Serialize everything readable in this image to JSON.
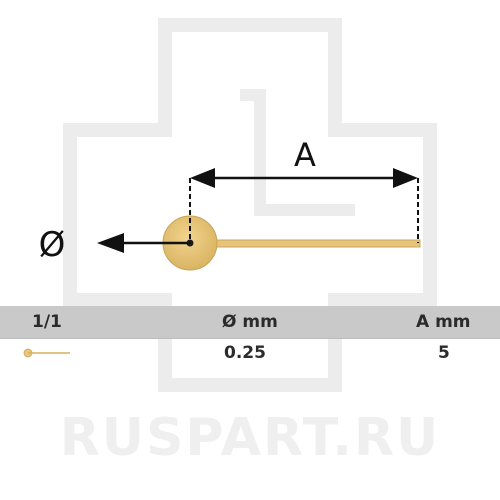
{
  "diagram": {
    "diameter_symbol": "Ø",
    "length_label": "A"
  },
  "table": {
    "headers": [
      "1/1",
      "Ø mm",
      "A mm"
    ],
    "rows": [
      {
        "diameter_mm": "0.25",
        "length_a_mm": "5"
      }
    ]
  },
  "watermark": {
    "text": "RUSPART.RU"
  },
  "colors": {
    "gold": "#e8c77c",
    "gold_edge": "#caa656",
    "header_bg": "#c9c9c9",
    "text": "#2b2b2b",
    "watermark": "#efefef"
  },
  "icons": [
    "pin-thumbnail-icon",
    "arrow-left-icon",
    "dimension-arrow-icon"
  ]
}
